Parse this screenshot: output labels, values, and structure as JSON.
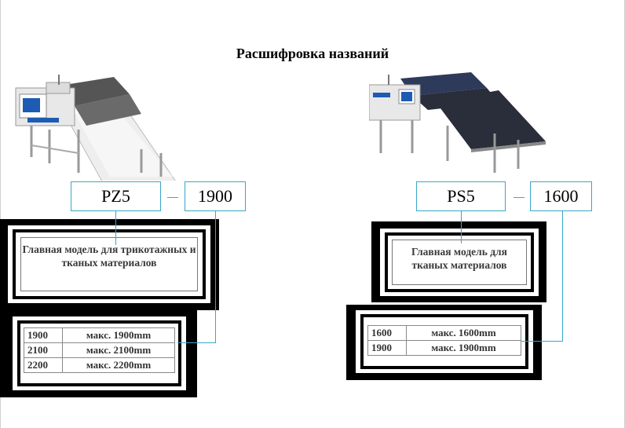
{
  "title": "Расшифровка названий",
  "left": {
    "model_code": "PZ5",
    "width_code": "1900",
    "description": "Главная модель для трикотажных и тканых материалов",
    "rows": [
      {
        "code": "1900",
        "desc": "макс. 1900mm"
      },
      {
        "code": "2100",
        "desc": "макс. 2100mm"
      },
      {
        "code": "2200",
        "desc": "макс. 2200mm"
      }
    ]
  },
  "right": {
    "model_code": "PS5",
    "width_code": "1600",
    "description": "Главная модель для тканых материалов",
    "rows": [
      {
        "code": "1600",
        "desc": "макс. 1600mm"
      },
      {
        "code": "1900",
        "desc": "макс. 1900mm"
      }
    ]
  },
  "colors": {
    "connector": "#3aa6c8",
    "machine_panel": "#1e5bb3",
    "fabric_dark": "#2a2d3a"
  }
}
